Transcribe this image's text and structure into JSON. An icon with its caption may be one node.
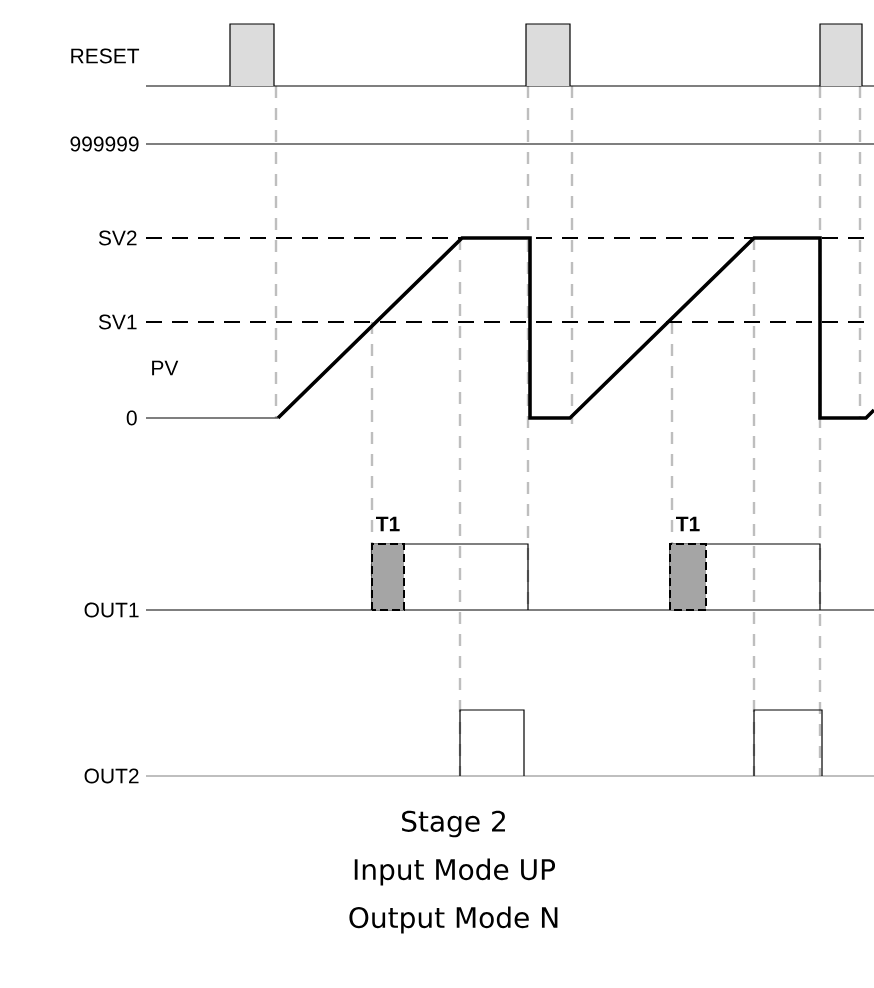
{
  "diagram": {
    "labels": [
      "RESET",
      "999999",
      "SV2",
      "SV1",
      "PV",
      "0",
      "T1",
      "T1",
      "OUT1",
      "OUT2",
      "Stage 2",
      "Input Mode UP",
      "Output Mode N"
    ]
  }
}
